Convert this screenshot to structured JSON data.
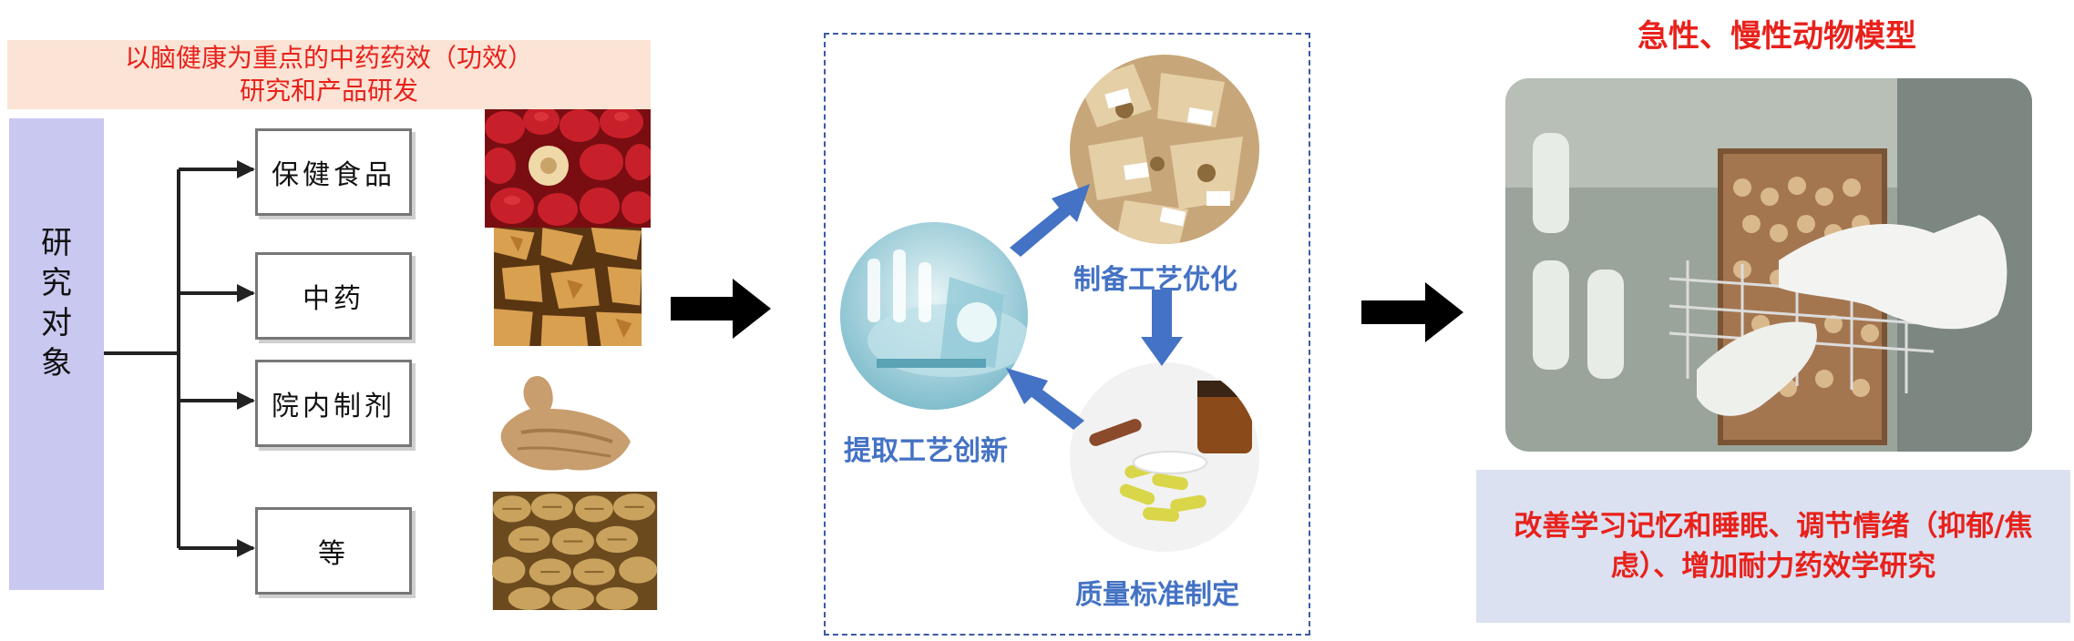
{
  "research": {
    "banner_line1": "以脑健康为重点的中药药效（功效）",
    "banner_line2": "研究和产品研发",
    "subject_chars": [
      "研",
      "究",
      "对",
      "象"
    ],
    "categories": [
      {
        "label": "保健食品",
        "photo": "red-jujube-photo"
      },
      {
        "label": "中药",
        "photo": "dried-herb-slices-photo"
      },
      {
        "label": "院内制剂",
        "photo": "root-herb-photo"
      },
      {
        "label": "等",
        "photo": "herb-pieces-photo"
      }
    ]
  },
  "process": {
    "steps": {
      "extraction": "提取工艺创新",
      "preparation": "制备工艺优化",
      "quality": "质量标准制定"
    }
  },
  "model": {
    "title": "急性、慢性动物模型",
    "effect_line1": "改善学习记忆和睡眠、调节情绪（抑郁/焦",
    "effect_line2": "虑）、增加耐力药效学研究"
  },
  "colors": {
    "banner_bg": "#fbe4d5",
    "red_text": "#e8211b",
    "subject_bg": "#c9c8f0",
    "blue_text": "#4472c4",
    "effect_bg": "#dbe1f1"
  }
}
